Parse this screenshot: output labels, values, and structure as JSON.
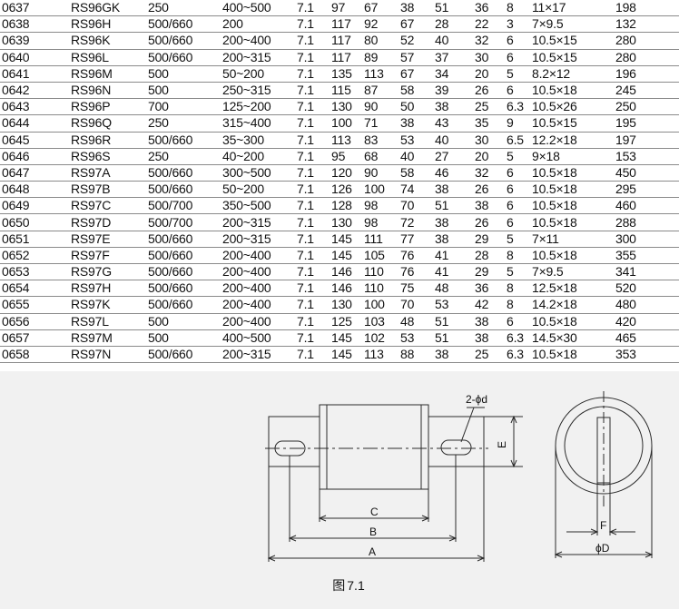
{
  "table": {
    "rows": [
      [
        "0637",
        "RS96GK",
        "250",
        "400~500",
        "7.1",
        "97",
        "67",
        "38",
        "51",
        "36",
        "8",
        "11×17",
        "198"
      ],
      [
        "0638",
        "RS96H",
        "500/660",
        "200",
        "7.1",
        "117",
        "92",
        "67",
        "28",
        "22",
        "3",
        "7×9.5",
        "132"
      ],
      [
        "0639",
        "RS96K",
        "500/660",
        "200~400",
        "7.1",
        "117",
        "80",
        "52",
        "40",
        "32",
        "6",
        "10.5×15",
        "280"
      ],
      [
        "0640",
        "RS96L",
        "500/660",
        "200~315",
        "7.1",
        "117",
        "89",
        "57",
        "37",
        "30",
        "6",
        "10.5×15",
        "280"
      ],
      [
        "0641",
        "RS96M",
        "500",
        "50~200",
        "7.1",
        "135",
        "113",
        "67",
        "34",
        "20",
        "5",
        "8.2×12",
        "196"
      ],
      [
        "0642",
        "RS96N",
        "500",
        "250~315",
        "7.1",
        "115",
        "87",
        "58",
        "39",
        "26",
        "6",
        "10.5×18",
        "245"
      ],
      [
        "0643",
        "RS96P",
        "700",
        "125~200",
        "7.1",
        "130",
        "90",
        "50",
        "38",
        "25",
        "6.3",
        "10.5×26",
        "250"
      ],
      [
        "0644",
        "RS96Q",
        "250",
        "315~400",
        "7.1",
        "100",
        "71",
        "38",
        "43",
        "35",
        "9",
        "10.5×15",
        "195"
      ],
      [
        "0645",
        "RS96R",
        "500/660",
        "35~300",
        "7.1",
        "113",
        "83",
        "53",
        "40",
        "30",
        "6.5",
        "12.2×18",
        "197"
      ],
      [
        "0646",
        "RS96S",
        "250",
        "40~200",
        "7.1",
        "95",
        "68",
        "40",
        "27",
        "20",
        "5",
        "9×18",
        "153"
      ],
      [
        "0647",
        "RS97A",
        "500/660",
        "300~500",
        "7.1",
        "120",
        "90",
        "58",
        "46",
        "32",
        "6",
        "10.5×18",
        "450"
      ],
      [
        "0648",
        "RS97B",
        "500/660",
        "50~200",
        "7.1",
        "126",
        "100",
        "74",
        "38",
        "26",
        "6",
        "10.5×18",
        "295"
      ],
      [
        "0649",
        "RS97C",
        "500/700",
        "350~500",
        "7.1",
        "128",
        "98",
        "70",
        "51",
        "38",
        "6",
        "10.5×18",
        "460"
      ],
      [
        "0650",
        "RS97D",
        "500/700",
        "200~315",
        "7.1",
        "130",
        "98",
        "72",
        "38",
        "26",
        "6",
        "10.5×18",
        "288"
      ],
      [
        "0651",
        "RS97E",
        "500/660",
        "200~315",
        "7.1",
        "145",
        "111",
        "77",
        "38",
        "29",
        "5",
        "7×11",
        "300"
      ],
      [
        "0652",
        "RS97F",
        "500/660",
        "200~400",
        "7.1",
        "145",
        "105",
        "76",
        "41",
        "28",
        "8",
        "10.5×18",
        "355"
      ],
      [
        "0653",
        "RS97G",
        "500/660",
        "200~400",
        "7.1",
        "146",
        "110",
        "76",
        "41",
        "29",
        "5",
        "7×9.5",
        "341"
      ],
      [
        "0654",
        "RS97H",
        "500/660",
        "200~400",
        "7.1",
        "146",
        "110",
        "75",
        "48",
        "36",
        "8",
        "12.5×18",
        "520"
      ],
      [
        "0655",
        "RS97K",
        "500/660",
        "200~400",
        "7.1",
        "130",
        "100",
        "70",
        "53",
        "42",
        "8",
        "14.2×18",
        "480"
      ],
      [
        "0656",
        "RS97L",
        "500",
        "200~400",
        "7.1",
        "125",
        "103",
        "48",
        "51",
        "38",
        "6",
        "10.5×18",
        "420"
      ],
      [
        "0657",
        "RS97M",
        "500",
        "400~500",
        "7.1",
        "145",
        "102",
        "53",
        "51",
        "38",
        "6.3",
        "14.5×30",
        "465"
      ],
      [
        "0658",
        "RS97N",
        "500/660",
        "200~315",
        "7.1",
        "145",
        "113",
        "88",
        "38",
        "25",
        "6.3",
        "10.5×18",
        "353"
      ]
    ]
  },
  "figure": {
    "labels": {
      "hole": "2-ϕd",
      "c": "C",
      "b": "B",
      "a": "A",
      "e": "E",
      "f": "F",
      "d": "ϕD"
    },
    "caption_prefix": "图",
    "caption_number": "7.1"
  },
  "colors": {
    "line": "#2b2b2b",
    "figure_bg": "#f1f1f1",
    "row_border": "#8a8a8a"
  }
}
